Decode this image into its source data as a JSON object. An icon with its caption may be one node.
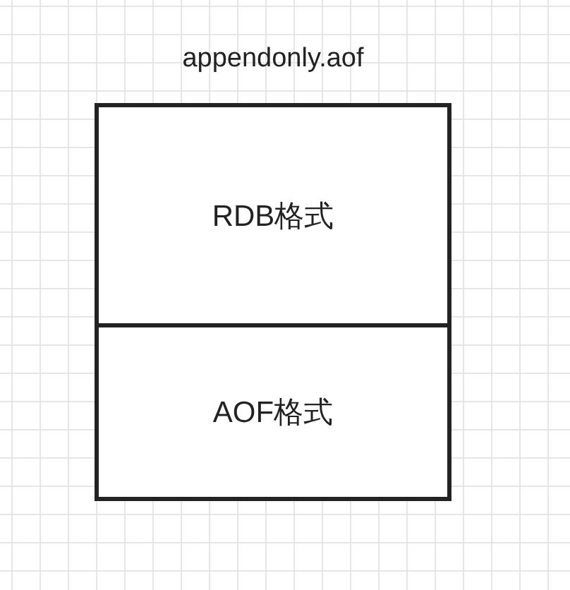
{
  "diagram": {
    "nodes": [
      {
        "text": [
          "appendonly.aof"
        ]
      },
      {
        "text": [
          "RDB格式"
        ],
        "in": 0
      },
      {
        "text": [
          "AOF格式"
        ],
        "in": 0
      }
    ]
  }
}
